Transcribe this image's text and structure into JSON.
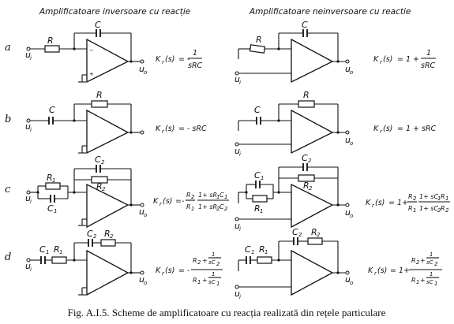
{
  "headers": {
    "inverting": "Amplificatoare inversoare cu reacție",
    "noninverting": "Amplificatoare neinversoare cu reactie"
  },
  "rows": [
    {
      "letter": "a",
      "inverting": {
        "input_label": "u",
        "output_label": "u",
        "elements": [
          "R",
          "C"
        ],
        "formula": "Kr(s) = - 1 / sRC"
      },
      "noninverting": {
        "elements": [
          "R",
          "C"
        ],
        "formula": "Kr(s) = 1 + 1 / sRC"
      }
    },
    {
      "letter": "b",
      "inverting": {
        "elements": [
          "C",
          "R"
        ],
        "formula": "Kr(s) = - sRC"
      },
      "noninverting": {
        "elements": [
          "C",
          "R"
        ],
        "formula": "Kr(s) = 1 + sRC"
      }
    },
    {
      "letter": "c",
      "inverting": {
        "elements": [
          "R1",
          "C1",
          "C2",
          "R2"
        ],
        "formula": "Kr(s) = - R2/R1 · (1 + sR1C1)/(1 + sR2C2)"
      },
      "noninverting": {
        "elements": [
          "C1",
          "R1",
          "C2",
          "R2"
        ],
        "formula": "Kr(s) = 1 + R2/R1 · (1 + sC1R1)/(1 + sC2R2)"
      }
    },
    {
      "letter": "d",
      "inverting": {
        "elements": [
          "C1",
          "R1",
          "C2",
          "R2"
        ],
        "formula": "Kr(s) = - (R2 + 1/sC2)/(R1 + 1/sC1)"
      },
      "noninverting": {
        "elements": [
          "C1",
          "R1",
          "C2",
          "R2"
        ],
        "formula": "Kr(s) = 1 + (R2 + 1/sC2)/(R1 + 1/sC1)"
      }
    }
  ],
  "labels": {
    "R": "R",
    "C": "C",
    "R1": "R",
    "R2": "R",
    "C1": "C",
    "C2": "C",
    "sub1": "1",
    "sub2": "2",
    "ui": "u",
    "uo": "u",
    "sub_i": "i",
    "sub_o": "o"
  },
  "formulas": {
    "kr": "K",
    "kr_sub": "r",
    "s": "(s)",
    "eq_minus": "= -",
    "eq_minus_c": "=-",
    "eq_plus": "= 1 +",
    "eq_plus_c": "= 1+",
    "one": "1",
    "srC": "sRC",
    "eq_minus_srC": "= - sRC",
    "eq_plus_srC": "= 1 + sRC",
    "c_inv_num": "1+ sR",
    "c_inv_den": "1+ sR",
    "c_non_num": "1+ sC",
    "c_non_den": "1+ sC",
    "d_num": "R",
    "d_den": "R",
    "d_term": "1",
    "d_sc": "sC",
    "plus": "+"
  },
  "caption": "Fig. A.I.5. Scheme de amplificatoare cu reacția realizată din rețele particulare"
}
